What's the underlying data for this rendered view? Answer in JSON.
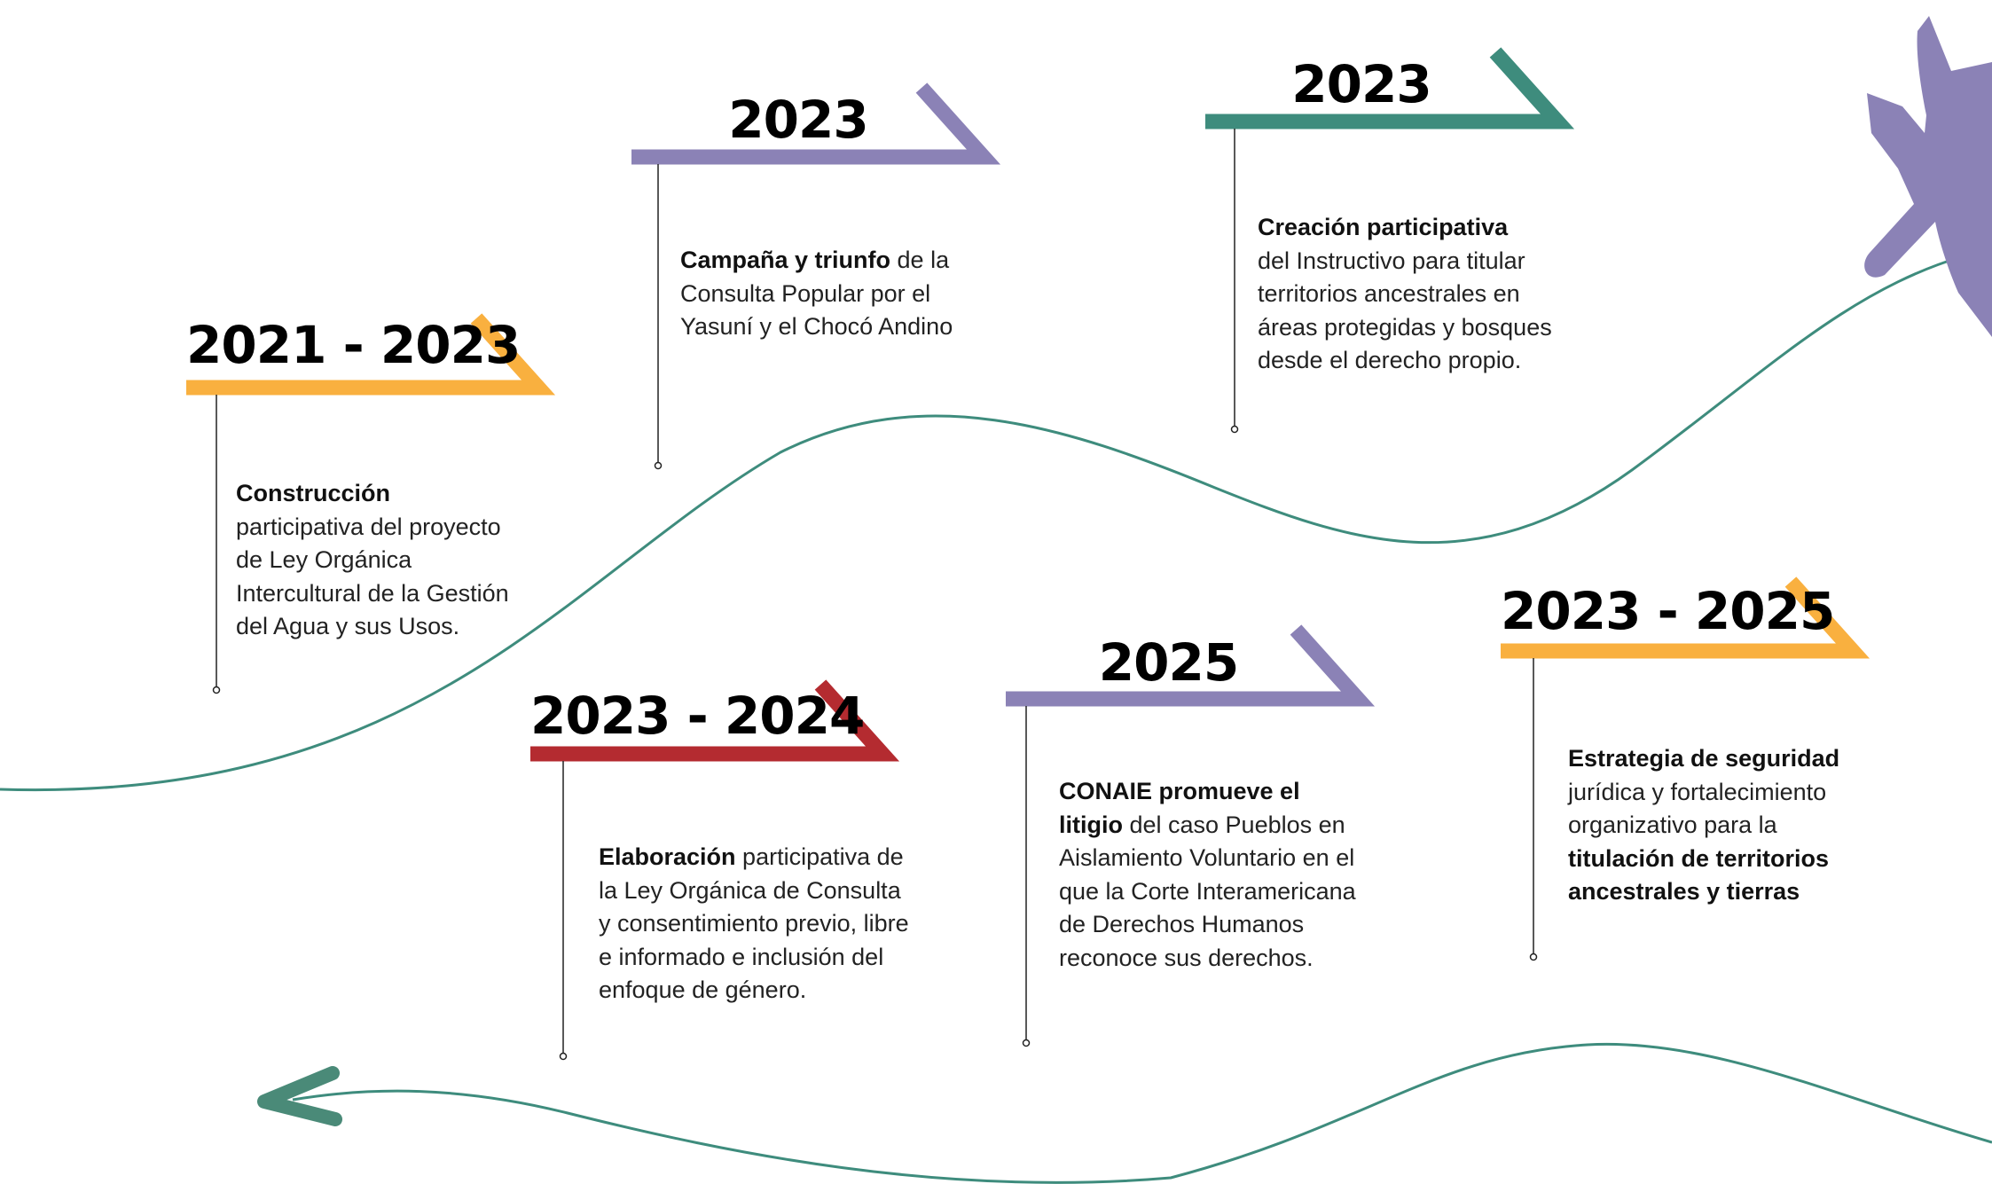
{
  "colors": {
    "orange": "#F9B03F",
    "purple": "#8B82B6",
    "teal": "#3E8C7D",
    "red": "#B42B30",
    "curve": "#3E8C7D"
  },
  "icons": {
    "star": "purple-star-shape",
    "arrow": "arrowhead-left"
  },
  "milestones": [
    {
      "year": "2021 - 2023",
      "color": "orange",
      "parts": [
        {
          "text": "Construcción",
          "bold": true
        },
        {
          "text": "\nparticipativa del proyecto\nde Ley Orgánica\nIntercultural de la  Gestión\ndel Agua y sus Usos.",
          "bold": false
        }
      ]
    },
    {
      "year": "2023",
      "color": "purple",
      "parts": [
        {
          "text": "Campaña y triunfo",
          "bold": true
        },
        {
          "text": " de la\nConsulta Popular por el\nYasuní y el Chocó Andino",
          "bold": false
        }
      ]
    },
    {
      "year": "2023",
      "color": "teal",
      "parts": [
        {
          "text": "Creación participativa",
          "bold": true
        },
        {
          "text": "\ndel Instructivo para titular\nterritorios ancestrales en\náreas protegidas y bosques\ndesde el derecho propio.",
          "bold": false
        }
      ]
    },
    {
      "year": "2023 - 2024",
      "color": "red",
      "parts": [
        {
          "text": "Elaboración",
          "bold": true
        },
        {
          "text": " participativa de\nla Ley Orgánica de Consulta\ny consentimiento previo, libre\ne informado e inclusión del\nenfoque de género.",
          "bold": false
        }
      ]
    },
    {
      "year": "2025",
      "color": "purple",
      "parts": [
        {
          "text": "CONAIE promueve el\nlitigio",
          "bold": true
        },
        {
          "text": " del caso Pueblos en\nAislamiento Voluntario en el\nque la Corte Interamericana\nde Derechos Humanos\nreconoce sus derechos.",
          "bold": false
        }
      ]
    },
    {
      "year": "2023 - 2025",
      "color": "orange",
      "parts": [
        {
          "text": "Estrategia de seguridad",
          "bold": true
        },
        {
          "text": "\njurídica y fortalecimiento\norganizativo para la\n",
          "bold": false
        },
        {
          "text": "titulación de territorios\nancestrales y tierras",
          "bold": true
        }
      ]
    }
  ]
}
